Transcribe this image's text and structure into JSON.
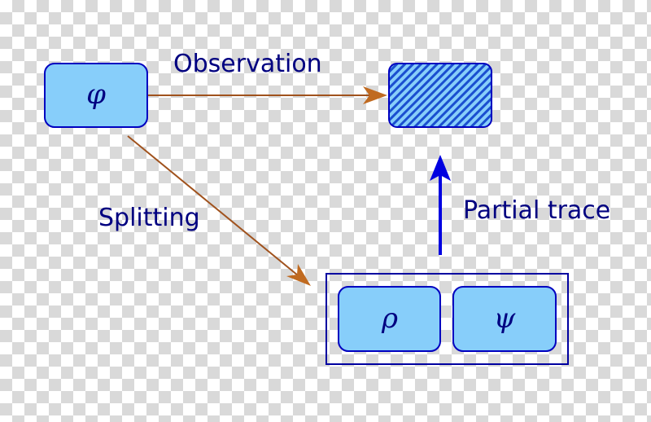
{
  "labels": {
    "observation": "Observation",
    "splitting": "Splitting",
    "partial_trace": "Partial trace"
  },
  "symbols": {
    "phi": "φ",
    "rho": "ρ",
    "psi": "ψ"
  },
  "colors": {
    "box_fill": "#87cefa",
    "box_stroke": "#0000c0",
    "text": "#000080",
    "arrow_brown": "#a0521d",
    "arrow_blue": "#0000e0"
  }
}
